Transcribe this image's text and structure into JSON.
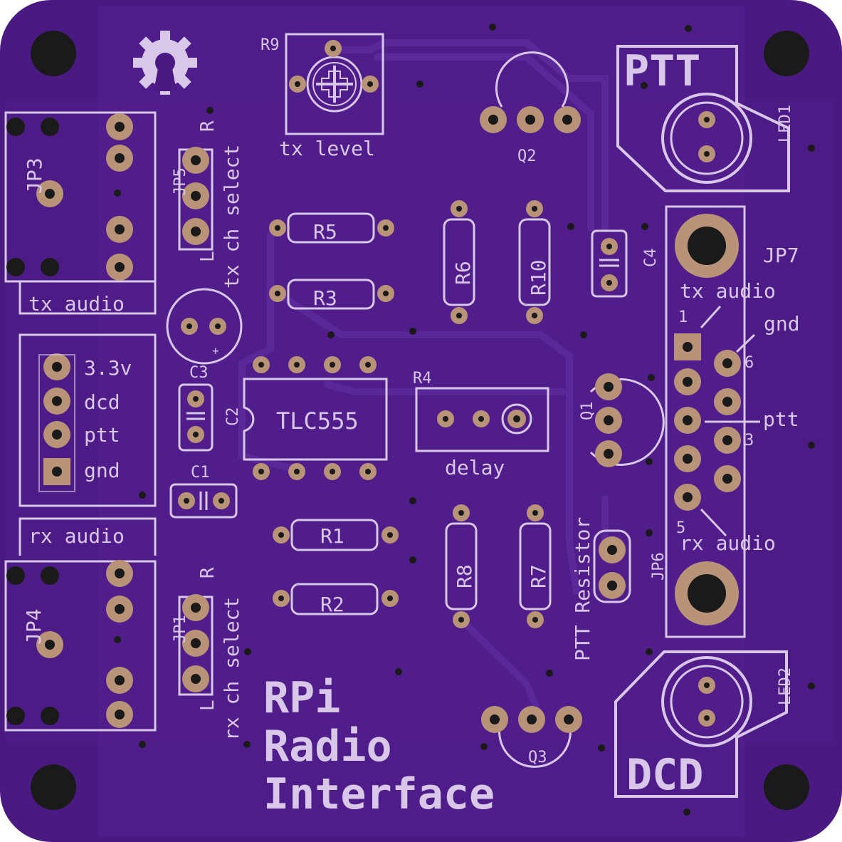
{
  "board": {
    "colors": {
      "board": "#4a1a82",
      "pour": "#53208f",
      "silk": "#d9c7ea",
      "pad": "#b89378",
      "hole": "#1a1a1a",
      "trace": "#5a2899"
    },
    "title_lines": [
      "RPi",
      "Radio",
      "Interface"
    ],
    "logo": "gear-icon",
    "big_labels": {
      "ptt": "PTT",
      "dcd": "DCD"
    },
    "designators": {
      "R9": "R9",
      "Q2": "Q2",
      "Q3": "Q3",
      "Q1": "Q1",
      "LED1": "LED1",
      "LED2": "LED2",
      "JP3": "JP3",
      "JP4": "JP4",
      "JP5": "JP5",
      "JP1": "JP1",
      "JP6": "JP6",
      "JP7": "JP7",
      "R5": "R5",
      "R3": "R3",
      "R1": "R1",
      "R2": "R2",
      "R6": "R6",
      "R10": "R10",
      "R8": "R8",
      "R7": "R7",
      "R4": "R4",
      "C1": "C1",
      "C2": "C2",
      "C3": "C3",
      "C4": "C4",
      "ic": "TLC555"
    },
    "labels": {
      "tx_level": "tx level",
      "tx_audio": "tx audio",
      "rx_audio": "rx audio",
      "tx_ch_select": "tx ch select",
      "rx_ch_select": "rx ch select",
      "R": "R",
      "L": "L",
      "delay": "delay",
      "ptt_resistor": "PTT Resistor",
      "header_pins": [
        "3.3v",
        "dcd",
        "ptt",
        "gnd"
      ],
      "jp7_tx_audio": "tx audio",
      "jp7_gnd": "gnd",
      "jp7_ptt": "ptt",
      "jp7_rx_audio": "rx audio",
      "pin1": "1",
      "pin3": "3",
      "pin5": "5",
      "pin6": "6",
      "plus": "+"
    }
  }
}
